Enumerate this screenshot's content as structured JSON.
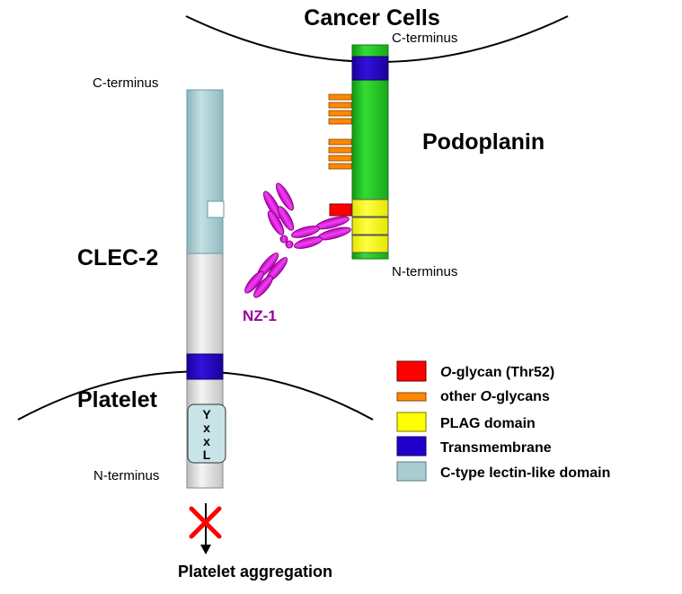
{
  "labels": {
    "cancer_cells": "Cancer Cells",
    "podoplanin": "Podoplanin",
    "clec2": "CLEC-2",
    "platelet": "Platelet",
    "nz1": "NZ-1",
    "platelet_aggregation": "Platelet aggregation",
    "podoplanin_c_terminus": "C-terminus",
    "podoplanin_n_terminus": "N-terminus",
    "clec2_c_terminus": "C-terminus",
    "clec2_n_terminus": "N-terminus",
    "motif": [
      "Y",
      "x",
      "x",
      "L"
    ]
  },
  "legend": [
    {
      "prefix": "O",
      "text": "-glycan (Thr52)",
      "color": "#ff0000"
    },
    {
      "prefix": "",
      "text": "other ",
      "suffix_italic": "O",
      "suffix": "-glycans",
      "color": "#ff8800"
    },
    {
      "prefix": "",
      "text": "PLAG domain",
      "color": "#ffff00"
    },
    {
      "prefix": "",
      "text": "Transmembrane",
      "color": "#2200cc"
    },
    {
      "prefix": "",
      "text": "C-type lectin-like domain",
      "color": "#a8ccd0"
    }
  ],
  "colors": {
    "podoplanin": "#22cc22",
    "transmembrane": "#2200cc",
    "plag": "#ffff00",
    "thr52": "#ff0000",
    "other_oglycan": "#ff8800",
    "ctld": "#a8ccd0",
    "clec2_body": "#e6e6e6",
    "antibody": "#dd22dd",
    "block_x": "#ff0000"
  },
  "icons": {
    "block": "red-x-icon",
    "arrow": "arrow-down-icon"
  }
}
